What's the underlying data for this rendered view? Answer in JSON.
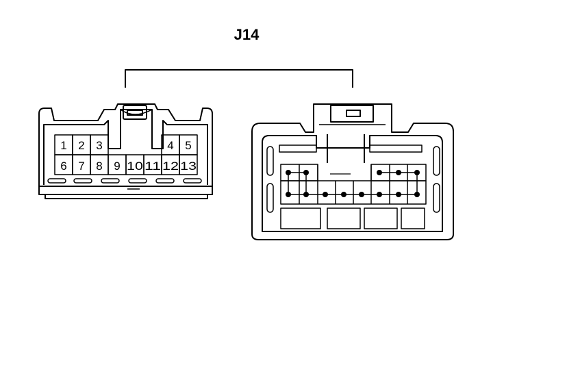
{
  "diagram": {
    "connector_label": "J14",
    "pins": [
      "1",
      "2",
      "3",
      "4",
      "5",
      "6",
      "7",
      "8",
      "9",
      "10",
      "11",
      "12",
      "13"
    ]
  },
  "colors": {
    "line": "#000000",
    "background": "#ffffff"
  }
}
